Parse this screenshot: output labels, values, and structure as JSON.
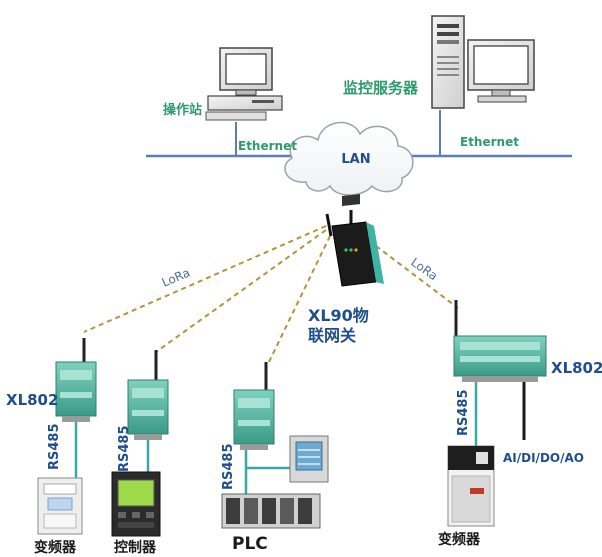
{
  "network": {
    "lan_label": "LAN",
    "ethernet_left": "Ethernet",
    "ethernet_right": "Ethernet",
    "operator_station": "操作站",
    "monitor_server": "监控服务器"
  },
  "gateway": {
    "name_line1": "XL90物",
    "name_line2": "联网关"
  },
  "links": {
    "lora_left": "LoRa",
    "lora_right": "LoRa"
  },
  "nodes": {
    "xl802_left": "XL802",
    "xl802_right": "XL802",
    "rs485_1": "RS485",
    "rs485_2": "RS485",
    "rs485_3": "RS485",
    "rs485_4": "RS485",
    "io_label": "AI/DI/DO/AO"
  },
  "devices": {
    "vfd_left": "变频器",
    "controller": "控制器",
    "plc": "PLC",
    "vfd_right": "变频器"
  },
  "colors": {
    "ethernet_line": "#5b7fb5",
    "lora_dash": "#b8913a",
    "rs485_line": "#3aa6a6",
    "module": "#4cae9a",
    "label_green": "#2e9a6e",
    "label_blue": "#1f4e8c"
  }
}
